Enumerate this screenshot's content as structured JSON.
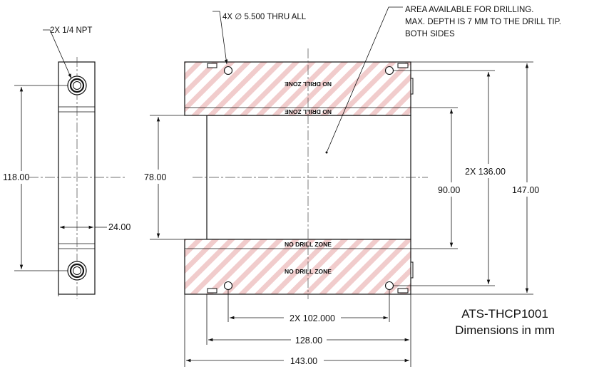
{
  "drawing": {
    "id": "ATS-THCP1001",
    "units_note": "Dimensions in mm"
  },
  "notes": {
    "npt": "2X 1/4 NPT",
    "thru_holes": "4X ∅ 5.500 THRU ALL",
    "drill_area_line1": "AREA AVAILABLE FOR DRILLING.",
    "drill_area_line2": "MAX. DEPTH IS 7 MM TO THE DRILL TIP.",
    "drill_area_line3": "BOTH SIDES",
    "no_drill_zone": "NO DRILL ZONE"
  },
  "dimensions": {
    "side_height": "118.00",
    "side_width": "24.00",
    "inner_height": "78.00",
    "inner_span": "90.00",
    "hole_pitch_vertical": "2X 136.00",
    "overall_height": "147.00",
    "hole_pitch_horizontal": "2X 102.000",
    "inner_width": "128.00",
    "overall_width": "143.00"
  }
}
